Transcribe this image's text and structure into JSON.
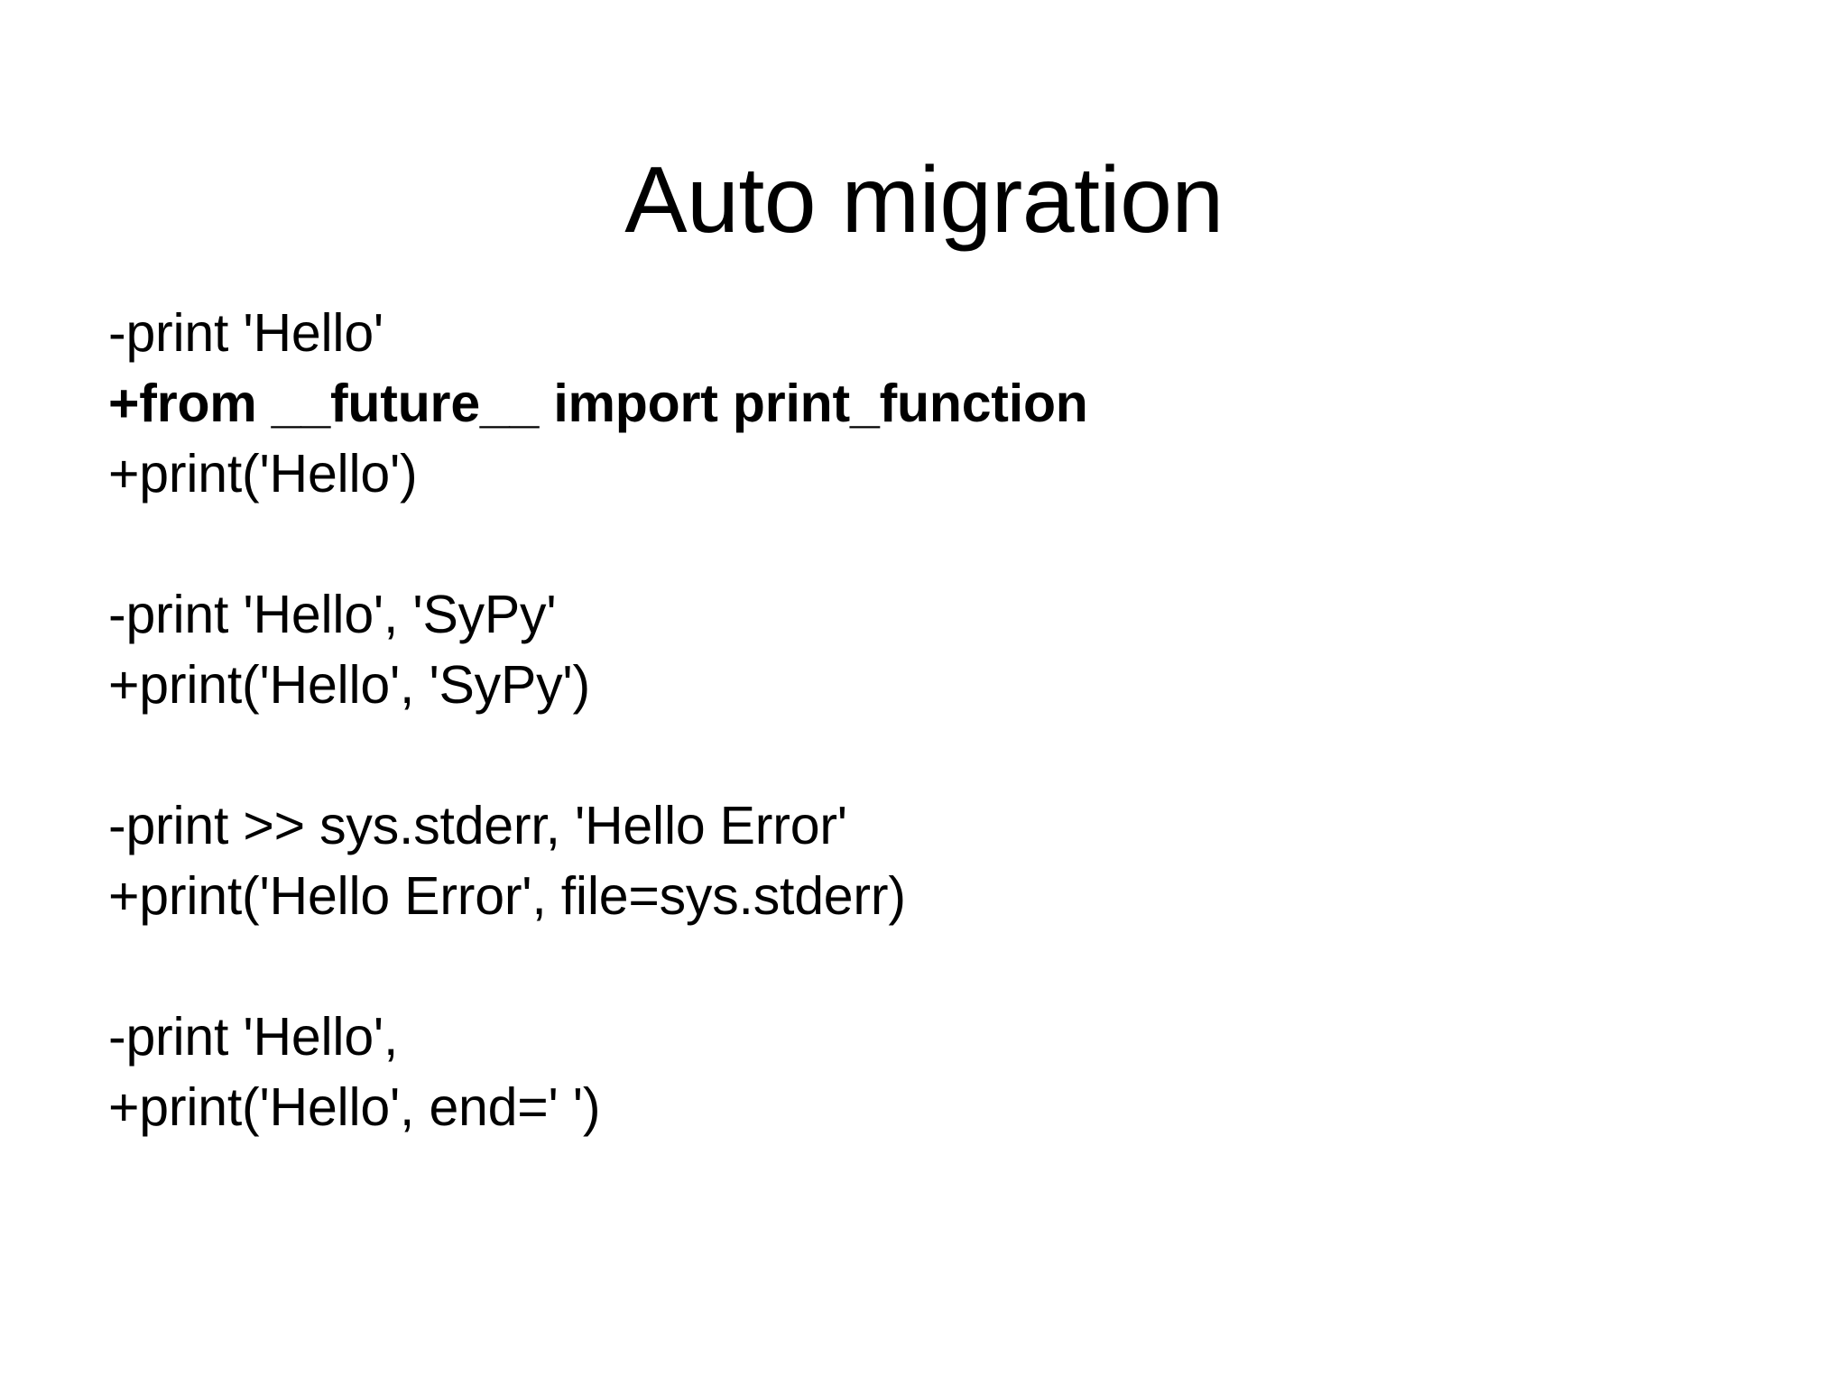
{
  "slide": {
    "title": "Auto migration",
    "background_color": "#ffffff",
    "text_color": "#000000",
    "blocks": [
      {
        "id": "print-hello",
        "lines": [
          {
            "text": "-print 'Hello'",
            "marker": "-",
            "bold": false
          },
          {
            "text": "+from __future__ import print_function",
            "marker": "+",
            "bold": true
          },
          {
            "text": "+print('Hello')",
            "marker": "+",
            "bold": false
          }
        ]
      },
      {
        "id": "print-hello-sypy",
        "lines": [
          {
            "text": "-print 'Hello', 'SyPy'",
            "marker": "-",
            "bold": false
          },
          {
            "text": "+print('Hello', 'SyPy')",
            "marker": "+",
            "bold": false
          }
        ]
      },
      {
        "id": "print-stderr",
        "lines": [
          {
            "text": "-print >> sys.stderr, 'Hello Error'",
            "marker": "-",
            "bold": false
          },
          {
            "text": "+print('Hello Error', file=sys.stderr)",
            "marker": "+",
            "bold": false
          }
        ]
      },
      {
        "id": "print-end",
        "lines": [
          {
            "text": "-print 'Hello',",
            "marker": "-",
            "bold": false
          },
          {
            "text": "+print('Hello', end=' ')",
            "marker": "+",
            "bold": false
          }
        ]
      }
    ]
  }
}
